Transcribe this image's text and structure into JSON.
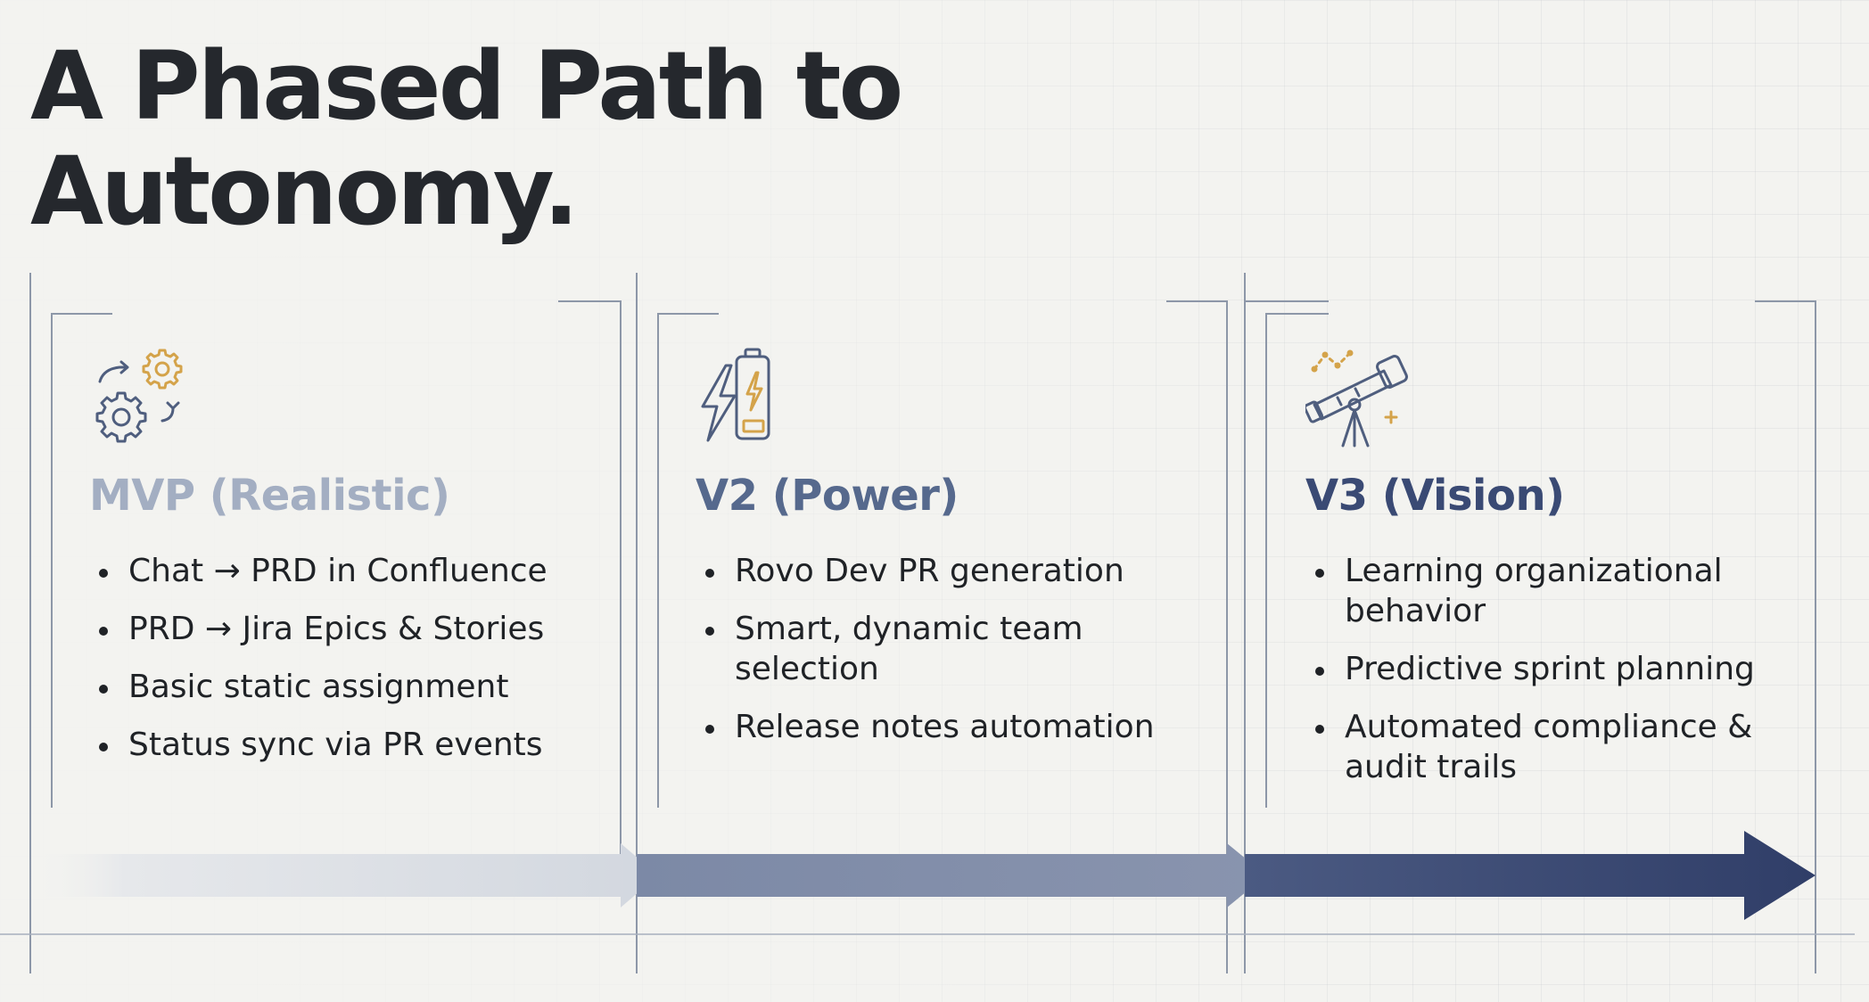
{
  "title": {
    "line1": "A Phased Path to",
    "line2": "Autonomy."
  },
  "phases": [
    {
      "icon": "gears-icon",
      "title": "MVP (Realistic)",
      "title_color": "#a3aec2",
      "bullets": [
        "Chat → PRD in Confluence",
        "PRD → Jira Epics & Stories",
        "Basic static assignment",
        "Status sync via PR events"
      ]
    },
    {
      "icon": "battery-lightning-icon",
      "title": "V2 (Power)",
      "title_color": "#56698d",
      "bullets": [
        "Rovo Dev PR generation",
        "Smart, dynamic team selection",
        "Release notes automation"
      ]
    },
    {
      "icon": "telescope-icon",
      "title": "V3 (Vision)",
      "title_color": "#3a4a74",
      "bullets": [
        "Learning organizational behavior",
        "Predictive sprint planning",
        "Automated compliance & audit trails"
      ]
    }
  ],
  "colors": {
    "line": "#8d97a8",
    "accent_gold": "#d4a34a",
    "icon_stroke": "#4f5e7e",
    "arrow_start": "#dfe2e6",
    "arrow_mid": "#8994ae",
    "arrow_end": "#34426c"
  }
}
